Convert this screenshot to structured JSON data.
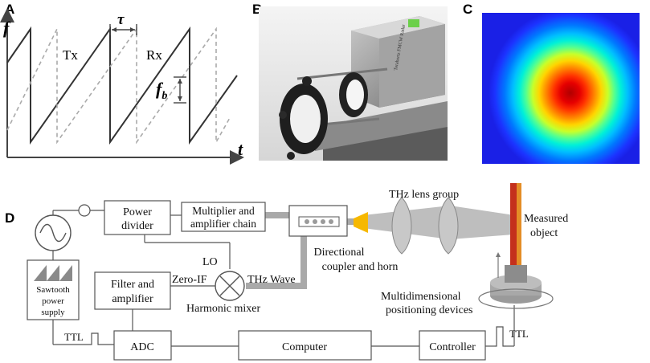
{
  "panels": {
    "a": "A",
    "b": "B",
    "c": "C",
    "d": "D"
  },
  "panel_a": {
    "y_axis": "f",
    "x_axis": "t",
    "tau": "τ",
    "tx": "Tx",
    "rx": "Rx",
    "fb_main": "f",
    "fb_sub": "b"
  },
  "panel_d": {
    "power_divider": [
      "Power",
      "divider"
    ],
    "multiplier": [
      "Multiplier  and",
      "amplifier chain"
    ],
    "sawtooth": [
      "Sawtooth",
      "power",
      "supply"
    ],
    "filter": [
      "Filter and",
      "amplifier"
    ],
    "lo": "LO",
    "zero_if": "Zero-IF",
    "thz_wave": "THz Wave",
    "harmonic_mixer": "Harmonic mixer",
    "directional": [
      "Directional",
      "coupler and horn"
    ],
    "lens_group": "THz lens group",
    "measured": [
      "Measured",
      "object"
    ],
    "multidim": [
      "Multidimensional",
      "positioning devices"
    ],
    "ttl_left": "TTL",
    "ttl_right": "TTL",
    "adc": "ADC",
    "computer": "Computer",
    "controller": "Controller"
  },
  "colors": {
    "waveguide": "#a9a9a9",
    "horn": "#f6b800",
    "object_red": "#c4301c",
    "object_orange": "#e48d26",
    "heatmap_center": "#b00000",
    "heatmap_edge": "#1a20e6"
  },
  "photo": {
    "label_text": "Terahertz FMCW Radar"
  }
}
